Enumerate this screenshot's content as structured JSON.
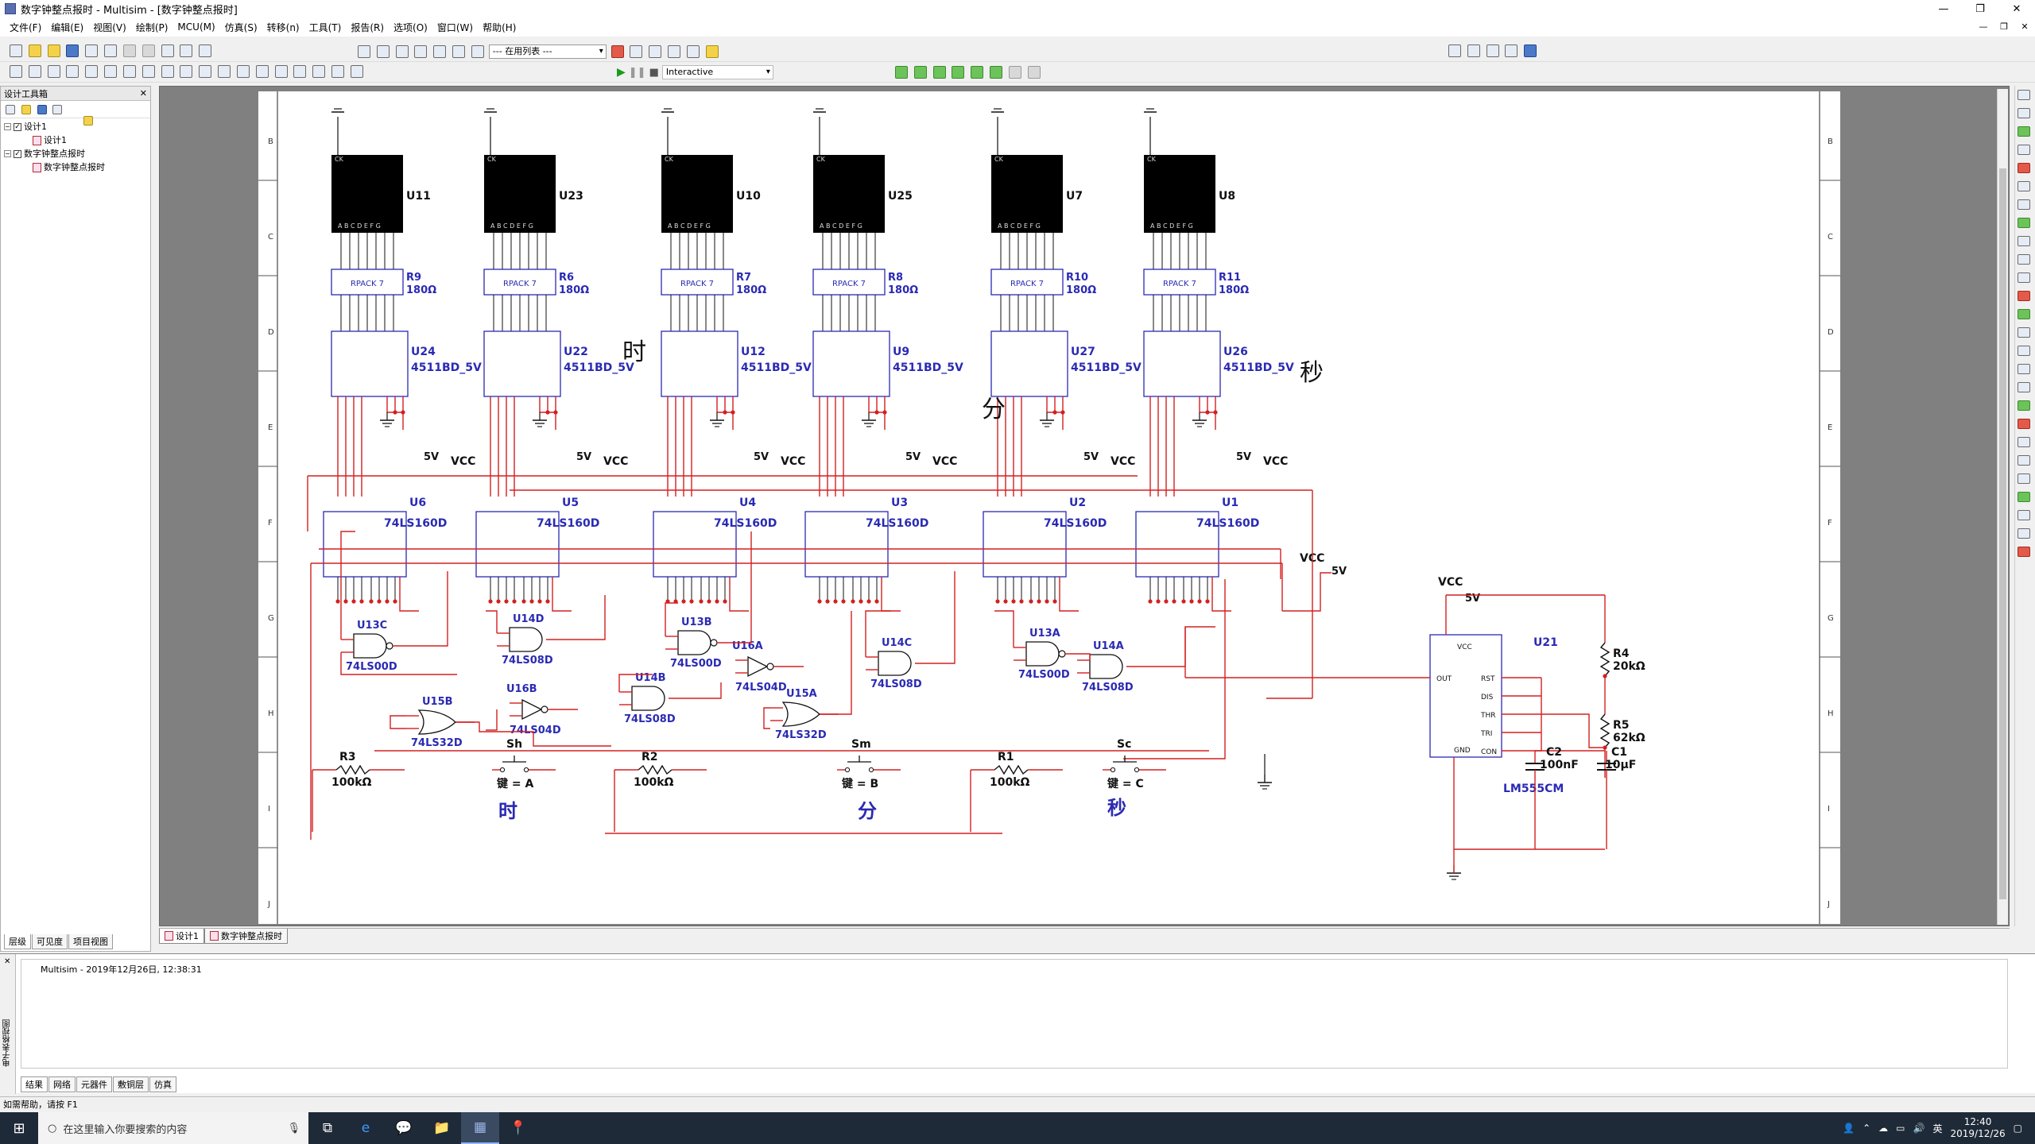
{
  "window": {
    "title": "数字钟整点报时 - Multisim - [数字钟整点报时]",
    "minimize": "—",
    "restore": "❐",
    "close": "✕"
  },
  "menu": [
    "文件(F)",
    "编辑(E)",
    "视图(V)",
    "绘制(P)",
    "MCU(M)",
    "仿真(S)",
    "转移(n)",
    "工具(T)",
    "报告(R)",
    "选项(O)",
    "窗口(W)",
    "帮助(H)"
  ],
  "toolbar": {
    "inuse_list": "--- 在用列表 ---",
    "interactive": "Interactive"
  },
  "design_toolbox": {
    "title": "设计工具箱",
    "tree": [
      {
        "label": "设计1",
        "level": 0
      },
      {
        "label": "设计1",
        "level": 1
      },
      {
        "label": "数字钟整点报时",
        "level": 0
      },
      {
        "label": "数字钟整点报时",
        "level": 1
      }
    ],
    "tabs": [
      "层级",
      "可见度",
      "项目视图"
    ]
  },
  "sheet_tabs": [
    "设计1",
    "数字钟整点报时"
  ],
  "output": {
    "log": "Multisim  -  2019年12月26日, 12:38:31",
    "tabs": [
      "结果",
      "网络",
      "元器件",
      "敷铜层",
      "仿真"
    ],
    "side_label": "电子表格视图"
  },
  "status": "如需帮助，请按 F1",
  "taskbar": {
    "search_placeholder": "在这里输入你要搜索的内容",
    "time": "12:40",
    "date": "2019/12/26",
    "ime": "英"
  },
  "schematic": {
    "border_rows": [
      "B",
      "C",
      "D",
      "E",
      "F",
      "G",
      "H",
      "I",
      "J"
    ],
    "displays": [
      {
        "name": "U11",
        "pins": "ABCDEFG",
        "pin_ck": "CK"
      },
      {
        "name": "U23",
        "pins": "ABCDEFG",
        "pin_ck": "CK"
      },
      {
        "name": "U10",
        "pins": "ABCDEFG",
        "pin_ck": "CK"
      },
      {
        "name": "U25",
        "pins": "ABCDEFG",
        "pin_ck": "CK"
      },
      {
        "name": "U7",
        "pins": "ABCDEFG",
        "pin_ck": "CK"
      },
      {
        "name": "U8",
        "pins": "ABCDEFG",
        "pin_ck": "CK"
      }
    ],
    "rpacks": [
      {
        "label": "RPACK 7",
        "ref": "R9",
        "value": "180Ω"
      },
      {
        "label": "RPACK 7",
        "ref": "R6",
        "value": "180Ω"
      },
      {
        "label": "RPACK 7",
        "ref": "R7",
        "value": "180Ω"
      },
      {
        "label": "RPACK 7",
        "ref": "R8",
        "value": "180Ω"
      },
      {
        "label": "RPACK 7",
        "ref": "R10",
        "value": "180Ω"
      },
      {
        "label": "RPACK 7",
        "ref": "R11",
        "value": "180Ω"
      }
    ],
    "decoders": [
      {
        "ref": "U24",
        "part": "4511BD_5V"
      },
      {
        "ref": "U22",
        "part": "4511BD_5V"
      },
      {
        "ref": "U12",
        "part": "4511BD_5V"
      },
      {
        "ref": "U9",
        "part": "4511BD_5V"
      },
      {
        "ref": "U27",
        "part": "4511BD_5V"
      },
      {
        "ref": "U26",
        "part": "4511BD_5V"
      }
    ],
    "counters": [
      {
        "ref": "U6",
        "part": "74LS160D"
      },
      {
        "ref": "U5",
        "part": "74LS160D"
      },
      {
        "ref": "U4",
        "part": "74LS160D"
      },
      {
        "ref": "U3",
        "part": "74LS160D"
      },
      {
        "ref": "U2",
        "part": "74LS160D"
      },
      {
        "ref": "U1",
        "part": "74LS160D"
      }
    ],
    "vcc": "VCC",
    "v5": "5V",
    "gates": [
      {
        "ref": "U13C",
        "part": "74LS00D"
      },
      {
        "ref": "U14D",
        "part": "74LS08D"
      },
      {
        "ref": "U16B",
        "part": "74LS04D"
      },
      {
        "ref": "U15B",
        "part": "74LS32D"
      },
      {
        "ref": "U13B",
        "part": "74LS00D"
      },
      {
        "ref": "U16A",
        "part": "74LS04D"
      },
      {
        "ref": "U14B",
        "part": "74LS08D"
      },
      {
        "ref": "U15A",
        "part": "74LS32D"
      },
      {
        "ref": "U14C",
        "part": "74LS08D"
      },
      {
        "ref": "U13A",
        "part": "74LS00D"
      },
      {
        "ref": "U14A",
        "part": "74LS08D"
      }
    ],
    "resistors": [
      {
        "ref": "R3",
        "value": "100kΩ"
      },
      {
        "ref": "R2",
        "value": "100kΩ"
      },
      {
        "ref": "R1",
        "value": "100kΩ"
      }
    ],
    "switches": [
      {
        "ref": "Sh",
        "label": "键 = A"
      },
      {
        "ref": "Sm",
        "label": "键 = B"
      },
      {
        "ref": "Sc",
        "label": "键 = C"
      }
    ],
    "group_labels": [
      "时",
      "分",
      "秒"
    ],
    "timer": {
      "ref": "U21",
      "part": "LM555CM",
      "pins_left": [
        "OUT"
      ],
      "pins_right": [
        "RST",
        "DIS",
        "THR",
        "TRI",
        "CON"
      ],
      "pin_vcc": "VCC",
      "pin_gnd": "GND"
    },
    "timer_parts": [
      {
        "ref": "R4",
        "value": "20kΩ"
      },
      {
        "ref": "R5",
        "value": "62kΩ"
      },
      {
        "ref": "C2",
        "value": "100nF"
      },
      {
        "ref": "C1",
        "value": "10µF"
      }
    ]
  }
}
